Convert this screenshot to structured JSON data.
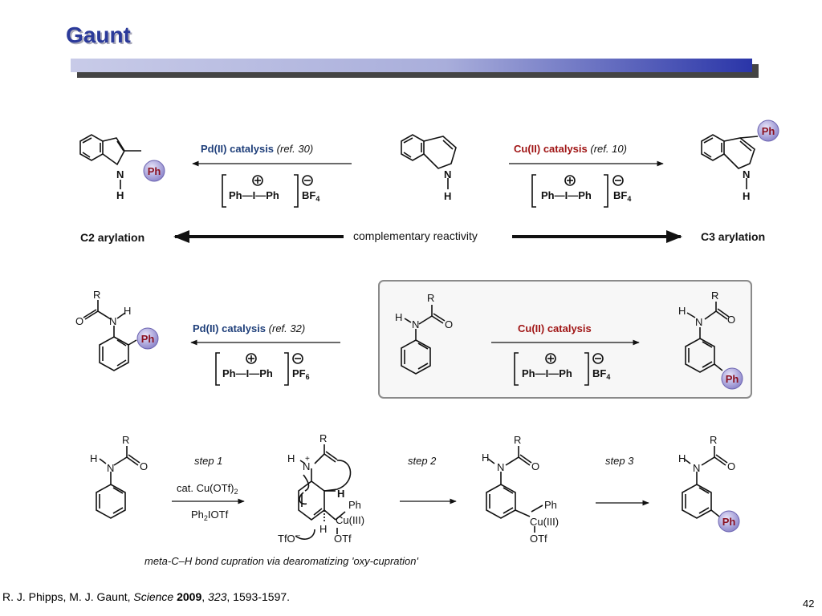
{
  "title": "Gaunt",
  "row1": {
    "left_condition_main": "Pd(II) catalysis",
    "left_condition_ref": "(ref. 30)",
    "right_condition_main": "Cu(II) catalysis",
    "right_condition_ref": "(ref. 10)",
    "reagent_left": "Ph—I—Ph",
    "reagent_right": "Ph—I—Ph",
    "counterion_left": "BF",
    "counterion_left_sub": "4",
    "counterion_right": "BF",
    "counterion_right_sub": "4",
    "c2_label": "C2 arylation",
    "c3_label": "C3 arylation",
    "center_label": "complementary reactivity"
  },
  "row2": {
    "left_condition_main": "Pd(II) catalysis",
    "left_condition_ref": "(ref. 32)",
    "right_condition_main": "Cu(II) catalysis",
    "reagent_left": "Ph—I—Ph",
    "reagent_right": "Ph—I—Ph",
    "counterion_left": "PF",
    "counterion_left_sub": "6",
    "counterion_right": "BF",
    "counterion_right_sub": "4"
  },
  "row3": {
    "step1": "step 1",
    "step2": "step 2",
    "step3": "step 3",
    "catalyst": "cat. Cu(OTf)",
    "catalyst_sub": "2",
    "oxidant_a": "Ph",
    "oxidant_sub": "2",
    "oxidant_b": "IOTf",
    "caption": "meta-C–H bond cupration via dearomatizing 'oxy-cupration'"
  },
  "atoms": {
    "N": "N",
    "H": "H",
    "R": "R",
    "O": "O",
    "Ph": "Ph",
    "CuIII": "Cu(III)",
    "OTf": "OTf",
    "TfO": "TfO"
  },
  "citation": {
    "authors": "R. J. Phipps, M. J. Gaunt, ",
    "journal": "Science",
    "year": "2009",
    "sep1": ", ",
    "volume": "323",
    "pages": ", 1593-1597."
  },
  "page_number": "42",
  "colors": {
    "title": "#2b3a9a",
    "pd_label": "#1f3f7a",
    "cu_label": "#a01515",
    "ph_ball": "#b9b3e3",
    "ph_text": "#8a1020",
    "panel_border": "#8a8a8a",
    "panel_bg": "#f7f7f7"
  }
}
